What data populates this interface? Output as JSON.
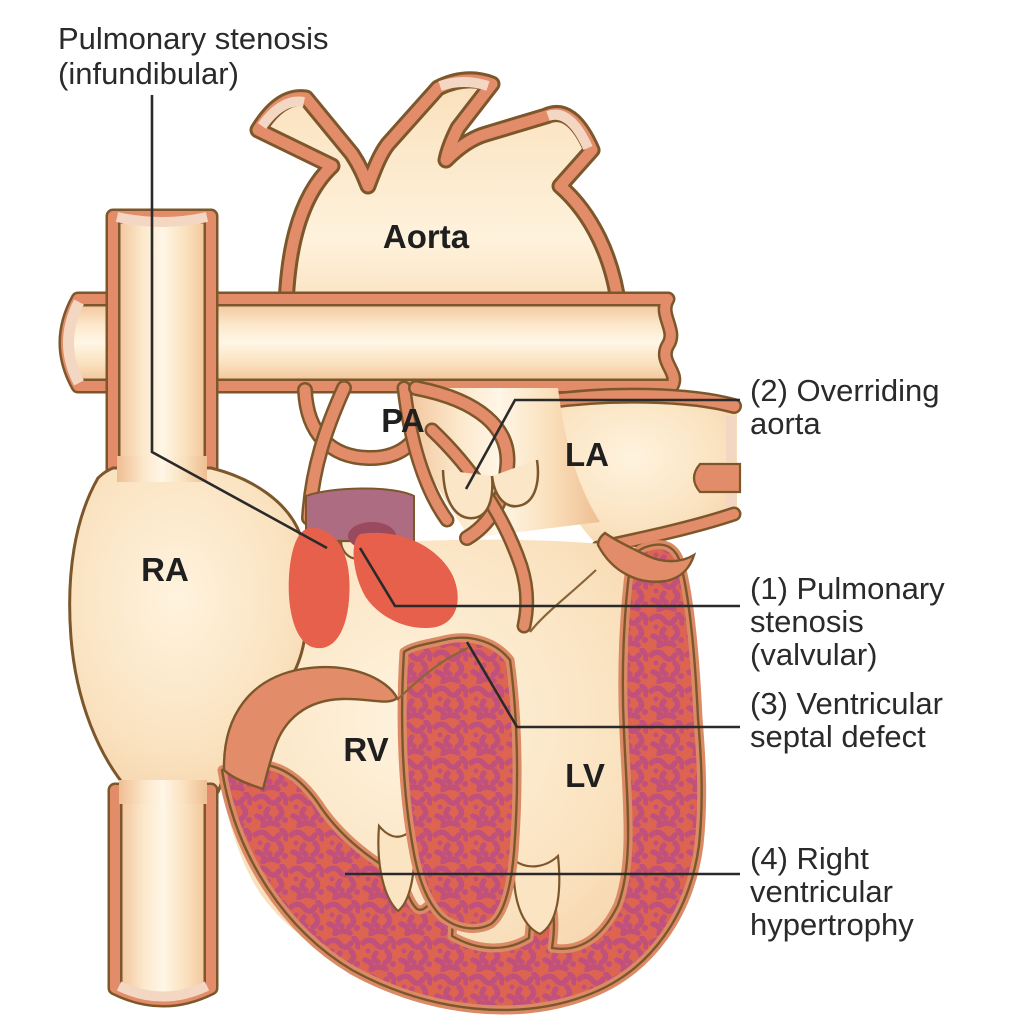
{
  "chamber_labels": {
    "aorta": "Aorta",
    "pa": "PA",
    "la": "LA",
    "ra": "RA",
    "rv": "RV",
    "lv": "LV"
  },
  "annotations": {
    "infundibular": {
      "lines": [
        "Pulmonary stenosis",
        "(infundibular)"
      ]
    },
    "overriding": {
      "lines": [
        "(2) Overriding",
        "aorta"
      ]
    },
    "valvular": {
      "lines": [
        "(1) Pulmonary",
        "stenosis",
        "(valvular)"
      ]
    },
    "vsd": {
      "lines": [
        "(3) Ventricular",
        "septal defect"
      ]
    },
    "rvh": {
      "lines": [
        "(4) Right",
        "ventricular",
        "hypertrophy"
      ]
    }
  },
  "colors": {
    "vessel_wall": "#e28c69",
    "outline": "#7d572c",
    "chamber_fill": "#fbe3c4",
    "cut_end_rim": "#f4d7c3",
    "stenosis_highlight": "#e7604b",
    "valve_mauve": "#ae6c82",
    "valve_dark": "#994a5e",
    "myocardium": "#dd6450",
    "myocardium_speckle": "#c0517c",
    "leader_line": "#2a2a2a",
    "text": "#2a2a2a"
  }
}
